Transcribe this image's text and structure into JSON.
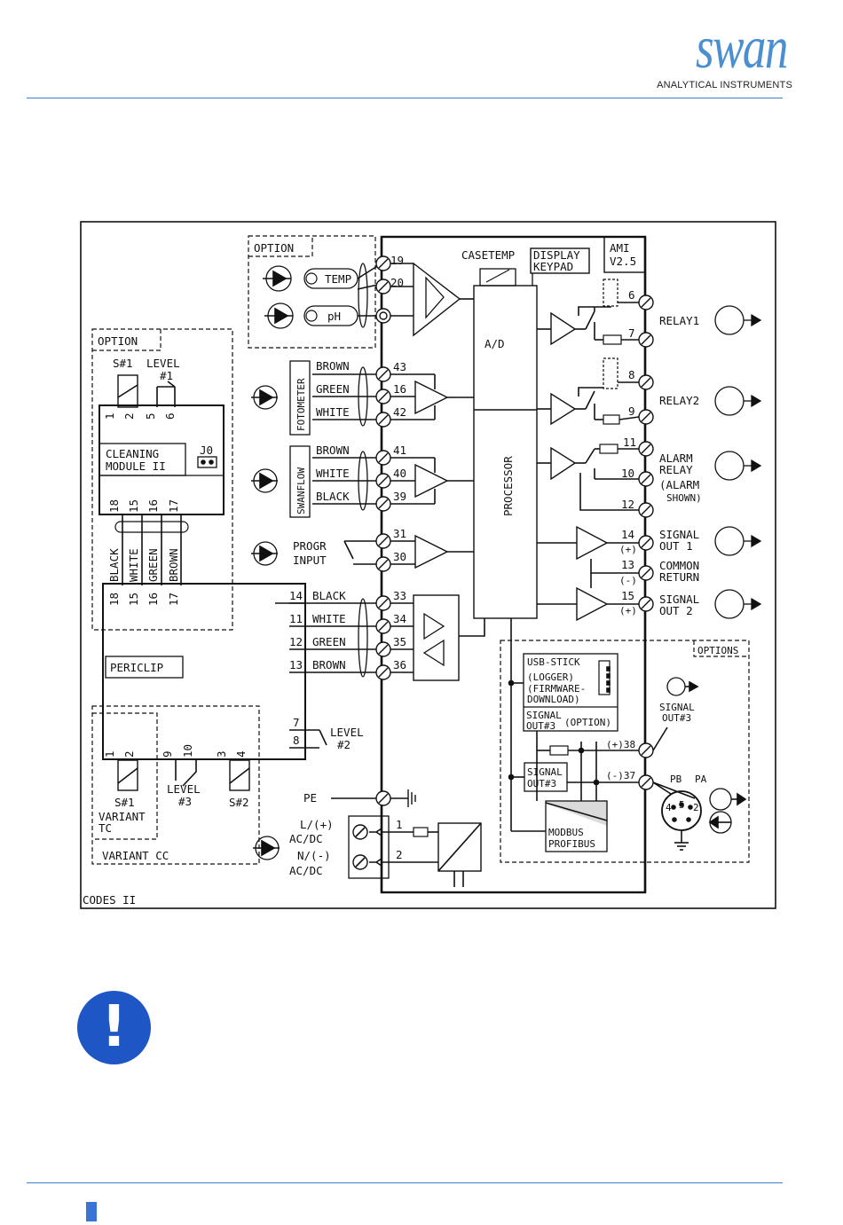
{
  "header": {
    "logo_word": "swan",
    "logo_tagline": "ANALYTICAL INSTRUMENTS"
  },
  "colors": {
    "brand_blue": "#3f7fd0",
    "note_icon_blue": "#1f56c6",
    "line": "#111111"
  },
  "diagram": {
    "corner_label": "CODES II",
    "device_label": "AMI V2.5",
    "casetemp": "CASETEMP",
    "display": "DISPLAY",
    "keypad": "KEYPAD",
    "ad": "A/D",
    "processor": "PROCESSOR",
    "option_top": "OPTION",
    "temp": "TEMP",
    "ph": "pH",
    "fotometer": "FOTOMETER",
    "swanflow": "SWANFLOW",
    "foto_wires": [
      "BROWN",
      "GREEN",
      "WHITE"
    ],
    "foto_terms": [
      "43",
      "16",
      "42"
    ],
    "flow_wires": [
      "BROWN",
      "WHITE",
      "BLACK"
    ],
    "flow_terms": [
      "41",
      "40",
      "39"
    ],
    "temp_terms": [
      "19",
      "20"
    ],
    "progr_input": [
      "PROGR",
      "INPUT"
    ],
    "progr_terms": [
      "31",
      "30"
    ],
    "pump_wires": [
      "BLACK",
      "WHITE",
      "GREEN",
      "BROWN"
    ],
    "pump_in_terms": [
      "14",
      "11",
      "12",
      "13"
    ],
    "pump_out_terms": [
      "33",
      "34",
      "35",
      "36"
    ],
    "level2_terms": [
      "7",
      "8"
    ],
    "level2": [
      "LEVEL",
      "#2"
    ],
    "pe": "PE",
    "power_labels": [
      "L/(+)",
      "AC/DC",
      "N/(-)",
      "AC/DC"
    ],
    "power_terms": [
      "1",
      "2"
    ],
    "relay_terms": [
      "6",
      "7",
      "8",
      "9",
      "11",
      "10",
      "12"
    ],
    "relay1": "RELAY1",
    "relay2": "RELAY2",
    "alarm_relay": [
      "ALARM",
      "RELAY",
      "(ALARM",
      "SHOWN)"
    ],
    "signal_terms": [
      "14",
      "(+)",
      "13",
      "(-)",
      "15",
      "(+)"
    ],
    "signal_out1": [
      "SIGNAL",
      "OUT 1"
    ],
    "common_return": [
      "COMMON",
      "RETURN"
    ],
    "signal_out2": [
      "SIGNAL",
      "OUT 2"
    ],
    "option_left": "OPTION",
    "cleaning_module": [
      "CLEANING",
      "MODULE II"
    ],
    "j0": "J0",
    "s1": "S#1",
    "level1": [
      "LEVEL",
      "#1"
    ],
    "cm_top_terms": [
      "1",
      "2",
      "5",
      "6"
    ],
    "cm_bot_terms": [
      "18",
      "15",
      "16",
      "17"
    ],
    "cm_wires": [
      "BLACK",
      "WHITE",
      "GREEN",
      "BROWN"
    ],
    "periclip": "PERICLIP",
    "variant_terms": [
      "1",
      "2",
      "9",
      "10",
      "3",
      "4"
    ],
    "variant_s1": "S#1",
    "variant_level3": [
      "LEVEL",
      "#3"
    ],
    "variant_s2": "S#2",
    "variant_tc": [
      "VARIANT",
      "TC"
    ],
    "variant_cc": "VARIANT CC",
    "options": "OPTIONS",
    "usb_stick": [
      "USB-STICK",
      "(LOGGER)",
      "(FIRMWARE-",
      "DOWNLOAD)"
    ],
    "signal_out3_opt": [
      "SIGNAL",
      "OUT#3",
      "(OPTION)"
    ],
    "signal_out3": [
      "SIGNAL",
      "OUT#3"
    ],
    "signal_out3_right": [
      "SIGNAL",
      "OUT#3"
    ],
    "out3_terms": [
      "(+)38",
      "(-)37"
    ],
    "modbus": [
      "MODBUS",
      "PROFIBUS"
    ],
    "pb": "PB",
    "pa": "PA",
    "plug_pins": [
      "4",
      "5",
      "2"
    ]
  },
  "note_icon": "!"
}
